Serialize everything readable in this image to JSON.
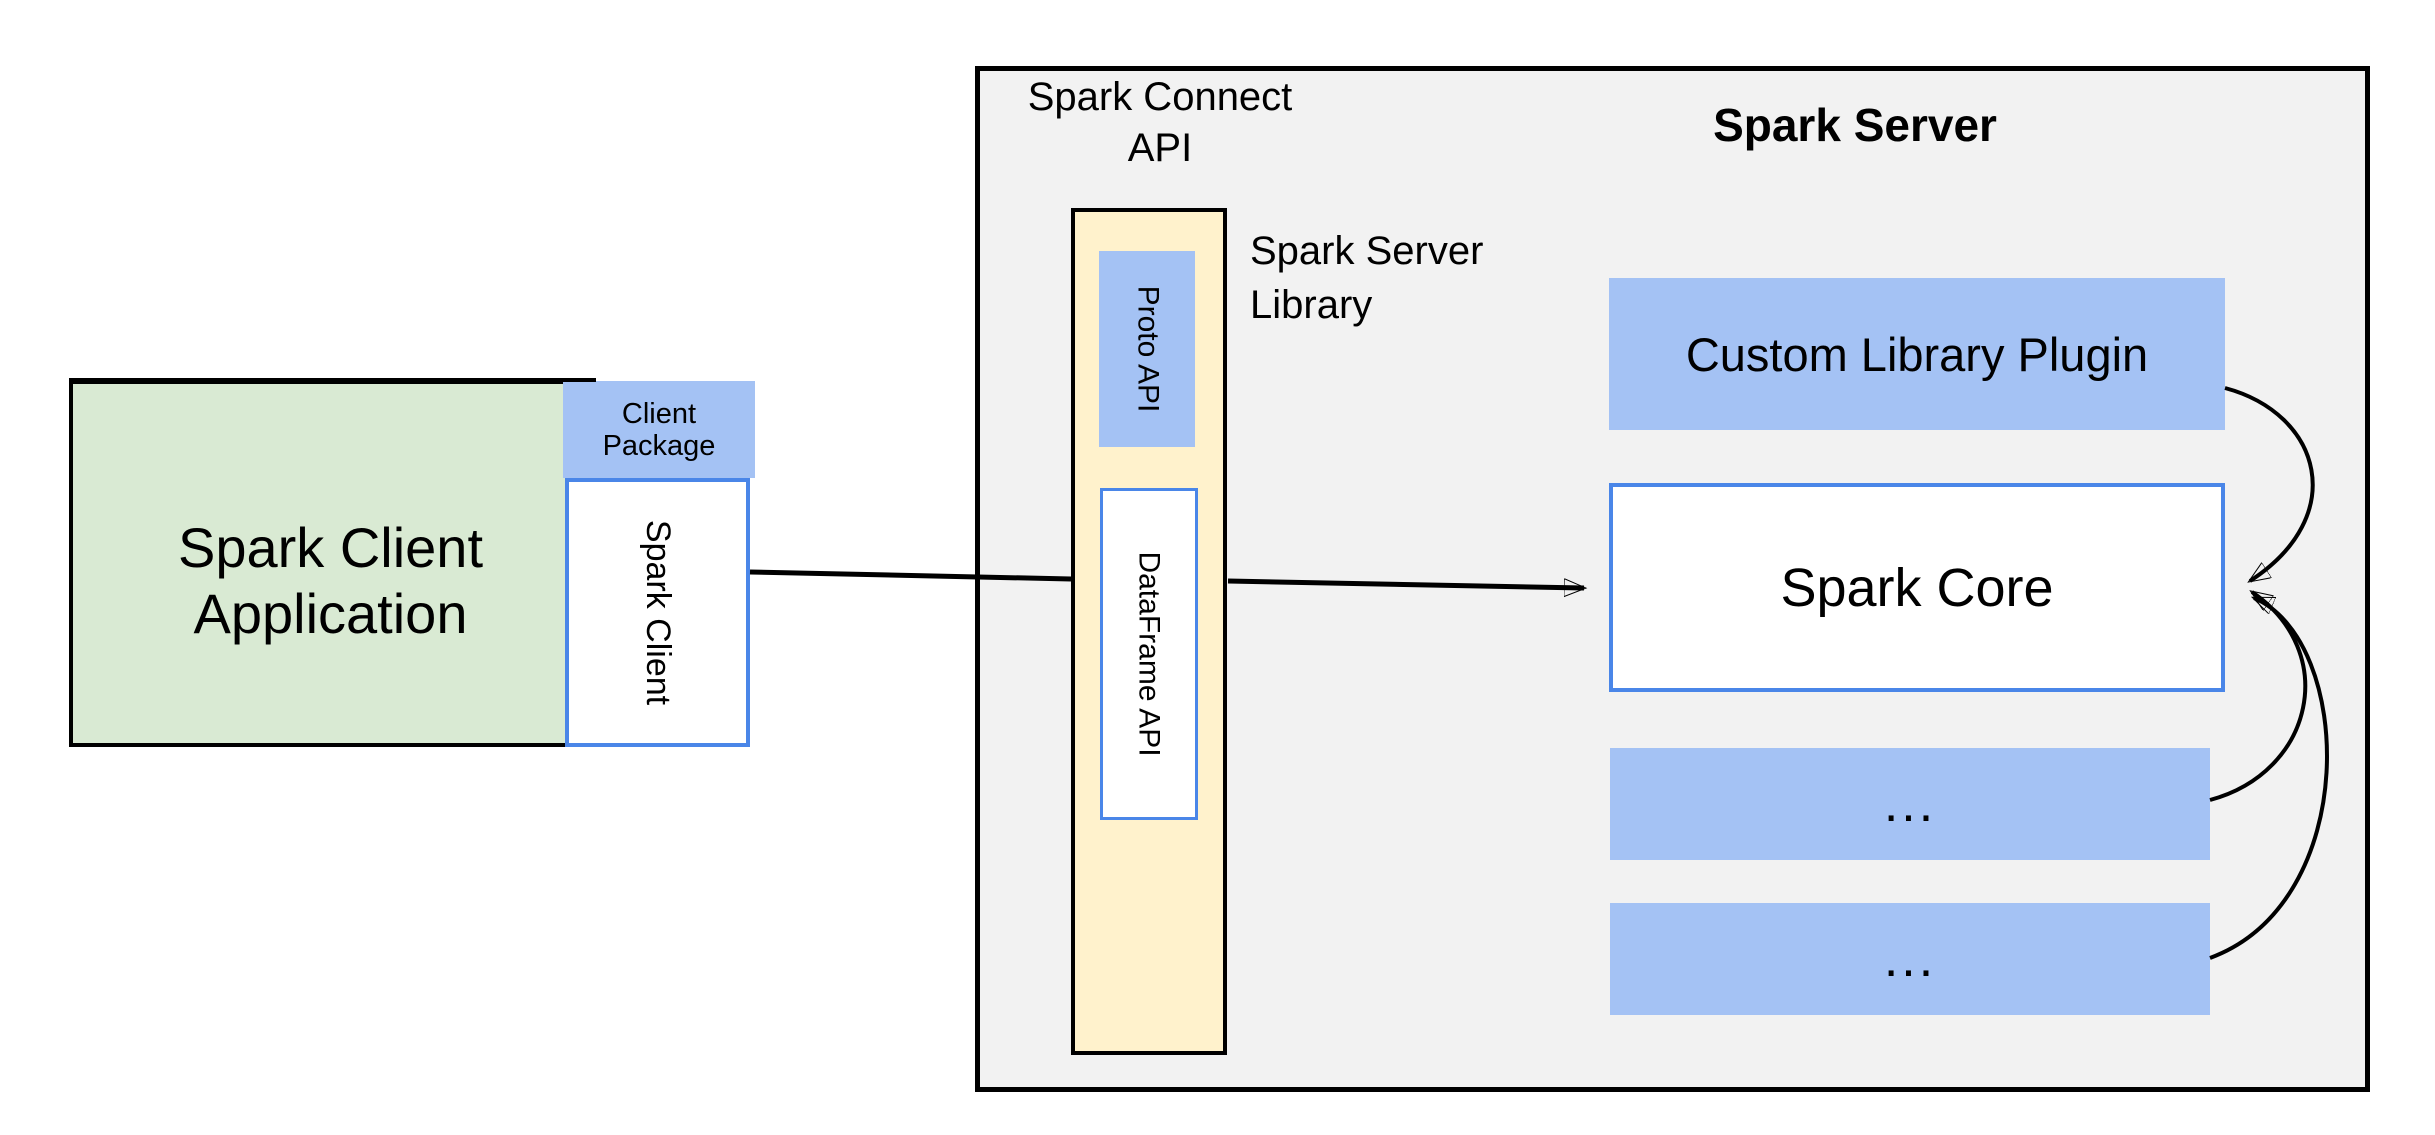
{
  "boxes": {
    "client_application": "Spark Client\nApplication",
    "client_package": "Client\nPackage",
    "spark_client": "Spark Client",
    "proto_api": "Proto  API",
    "dataframe_api": "DataFrame API",
    "custom_library_plugin": "Custom Library Plugin",
    "spark_core": "Spark Core",
    "module_placeholder_1": "...",
    "module_placeholder_2": "..."
  },
  "labels": {
    "spark_connect_api": "Spark Connect\nAPI",
    "spark_server_library": "Spark Server\nLibrary",
    "spark_server_title": "Spark Server"
  },
  "colors": {
    "box-green": "#d9ead3",
    "box-blue": "#a4c2f4",
    "box-cream": "#fff2cc",
    "panel-gray": "#f2f2f2",
    "border-blue": "#4a86e8",
    "line-black": "#000000"
  }
}
